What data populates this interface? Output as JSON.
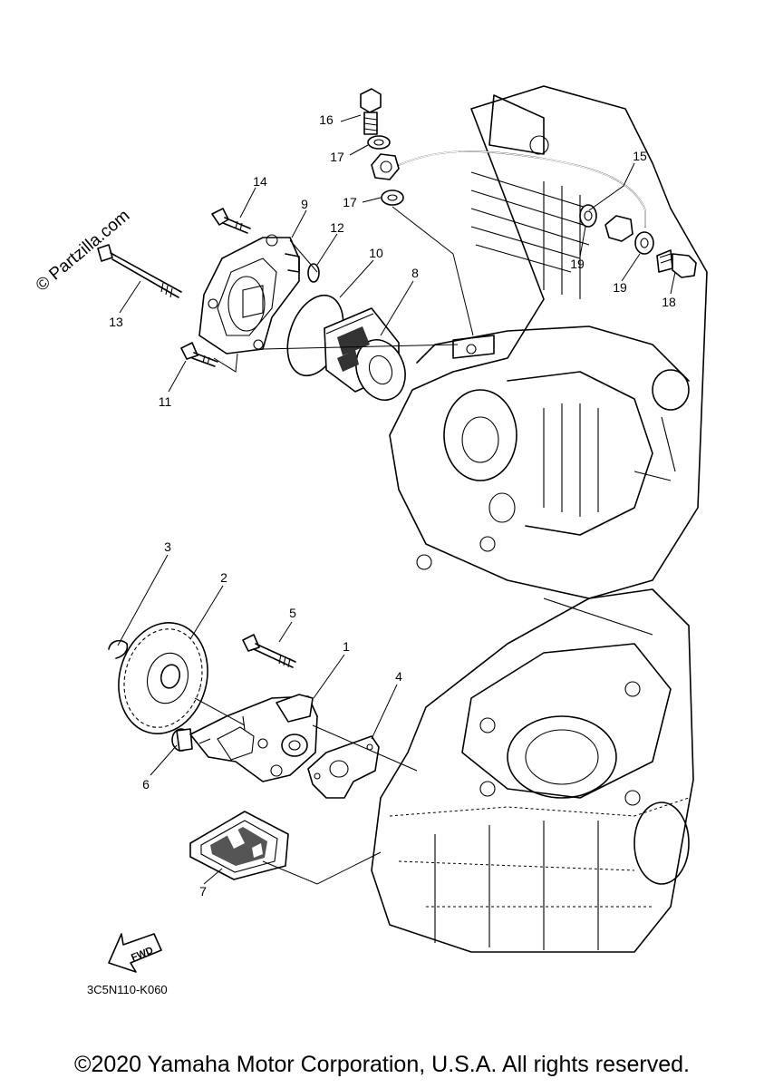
{
  "watermark": "© Partzilla.com",
  "diagram_code": "3C5N110-K060",
  "fwd_label": "FWD",
  "copyright": "©2020 Yamaha Motor Corporation, U.S.A. All rights reserved.",
  "callouts": {
    "c1": "1",
    "c2": "2",
    "c3": "3",
    "c4": "4",
    "c5": "5",
    "c6": "6",
    "c7": "7",
    "c8": "8",
    "c9": "9",
    "c10": "10",
    "c11": "11",
    "c12": "12",
    "c13": "13",
    "c14": "14",
    "c15": "15",
    "c16": "16",
    "c17a": "17",
    "c17b": "17",
    "c18": "18",
    "c19a": "19",
    "c19b": "19"
  }
}
